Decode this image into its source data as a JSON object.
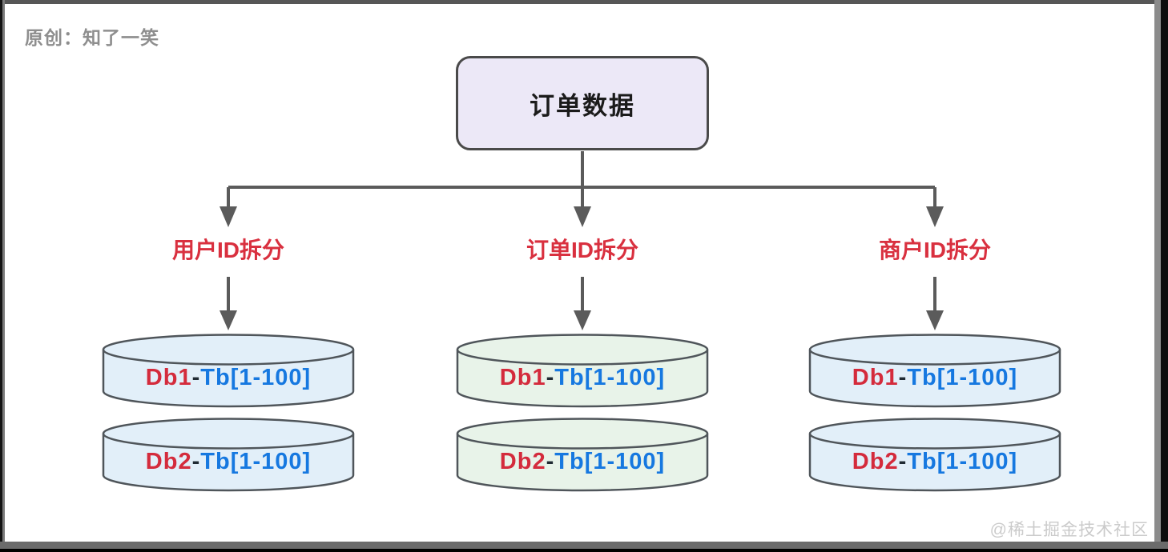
{
  "page": {
    "author_watermark": "原创：知了一笑",
    "community_watermark": "@稀土掘金技术社区"
  },
  "diagram": {
    "root_label": "订单数据",
    "branches": [
      {
        "label": "用户ID拆分",
        "theme": "blue",
        "cylinders": [
          {
            "db": "Db1",
            "sep": "-",
            "tb": "Tb[1-100]"
          },
          {
            "db": "Db2",
            "sep": "-",
            "tb": "Tb[1-100]"
          }
        ]
      },
      {
        "label": "订单ID拆分",
        "theme": "green",
        "cylinders": [
          {
            "db": "Db1",
            "sep": "-",
            "tb": "Tb[1-100]"
          },
          {
            "db": "Db2",
            "sep": "-",
            "tb": "Tb[1-100]"
          }
        ]
      },
      {
        "label": "商户ID拆分",
        "theme": "blue",
        "cylinders": [
          {
            "db": "Db1",
            "sep": "-",
            "tb": "Tb[1-100]"
          },
          {
            "db": "Db2",
            "sep": "-",
            "tb": "Tb[1-100]"
          }
        ]
      }
    ],
    "colors": {
      "root_fill": "#ece8f7",
      "blue_cylinder_fill": "#e2eff9",
      "green_cylinder_fill": "#e8f3e9",
      "shape_border": "#4a4a4a",
      "cylinder_border": "#4f555a",
      "arrow": "#5b5b5b",
      "branch_label_text": "#d9303f",
      "db_text": "#d42b3c",
      "tb_text": "#1678e0",
      "author_text": "#8e8e8e",
      "community_text": "#cbcbcb"
    }
  }
}
